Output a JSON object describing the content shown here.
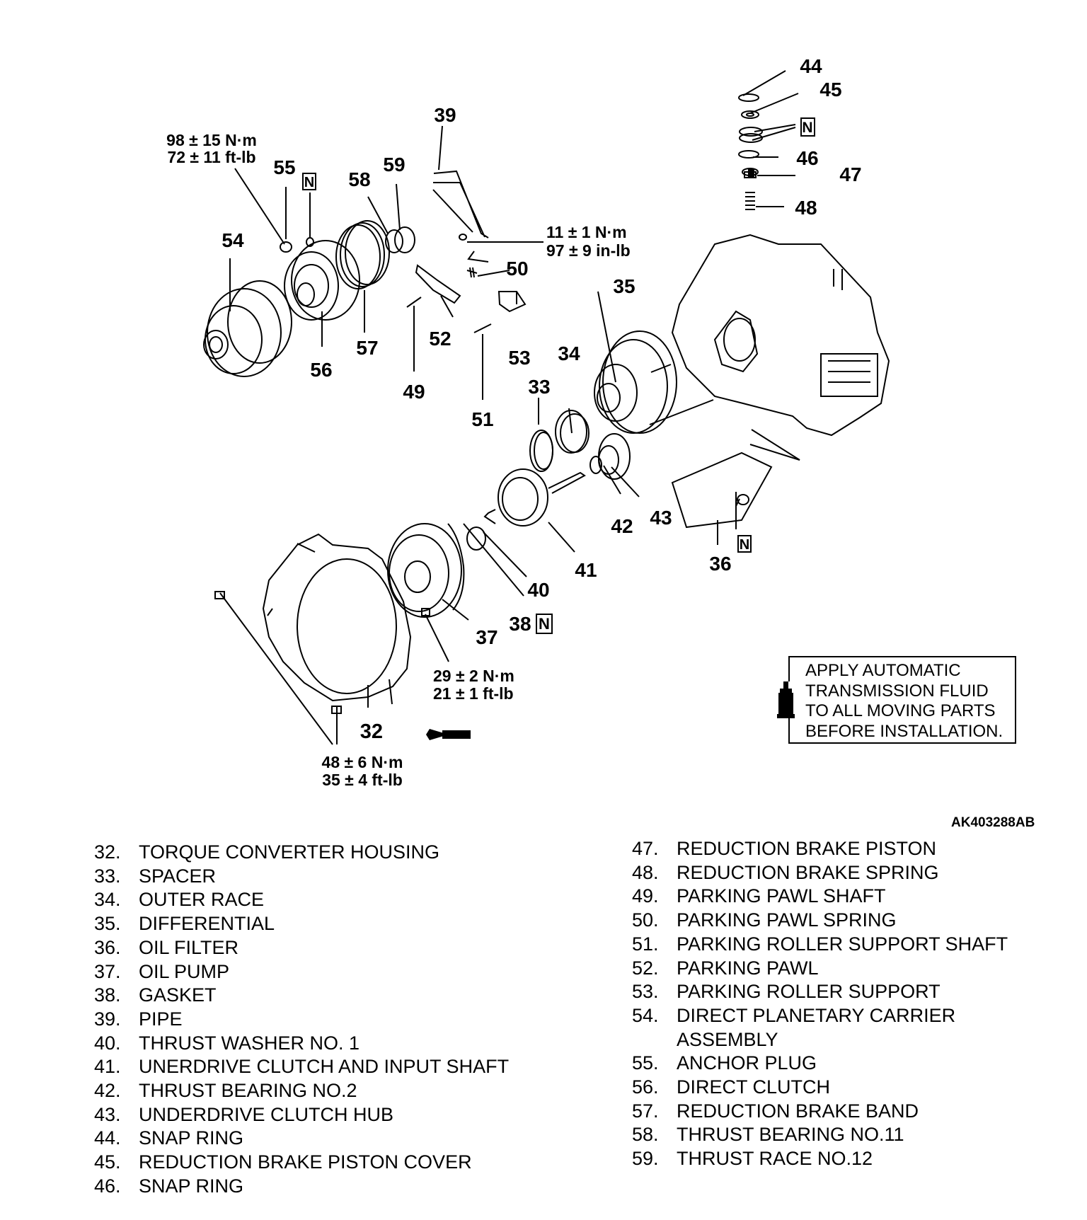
{
  "torque_specs": {
    "t55": [
      "98 ± 15 N·m",
      "72 ± 11 ft-lb"
    ],
    "t39": [
      "11 ± 1 N·m",
      "97 ± 9 in-lb"
    ],
    "t37": [
      "29 ± 2 N·m",
      "21 ± 1 ft-lb"
    ],
    "t32": [
      "48 ± 6 N·m",
      "35 ± 4 ft-lb"
    ]
  },
  "part_labels": [
    "32",
    "33",
    "34",
    "35",
    "36",
    "37",
    "38",
    "39",
    "40",
    "41",
    "42",
    "43",
    "44",
    "45",
    "46",
    "47",
    "48",
    "49",
    "50",
    "51",
    "52",
    "53",
    "54",
    "55",
    "56",
    "57",
    "58",
    "59"
  ],
  "new_part_mark": "N",
  "callout": {
    "lines": [
      "APPLY AUTOMATIC",
      "TRANSMISSION FLUID",
      "TO ALL MOVING PARTS",
      "BEFORE INSTALLATION."
    ]
  },
  "figure_ref": "AK403288AB",
  "legend_left": [
    {
      "num": "32.",
      "name": "TORQUE CONVERTER HOUSING"
    },
    {
      "num": "33.",
      "name": "SPACER"
    },
    {
      "num": "34.",
      "name": "OUTER RACE"
    },
    {
      "num": "35.",
      "name": "DIFFERENTIAL"
    },
    {
      "num": "36.",
      "name": "OIL FILTER"
    },
    {
      "num": "37.",
      "name": "OIL PUMP"
    },
    {
      "num": "38.",
      "name": "GASKET"
    },
    {
      "num": "39.",
      "name": "PIPE"
    },
    {
      "num": "40.",
      "name": "THRUST WASHER NO. 1"
    },
    {
      "num": "41.",
      "name": "UNERDRIVE CLUTCH AND INPUT SHAFT"
    },
    {
      "num": "42.",
      "name": "THRUST BEARING NO.2"
    },
    {
      "num": "43.",
      "name": "UNDERDRIVE CLUTCH HUB"
    },
    {
      "num": "44.",
      "name": "SNAP RING"
    },
    {
      "num": "45.",
      "name": "REDUCTION BRAKE PISTON COVER"
    },
    {
      "num": "46.",
      "name": "SNAP RING"
    }
  ],
  "legend_right": [
    {
      "num": "47.",
      "name": "REDUCTION BRAKE PISTON"
    },
    {
      "num": "48.",
      "name": "REDUCTION BRAKE SPRING"
    },
    {
      "num": "49.",
      "name": "PARKING PAWL SHAFT"
    },
    {
      "num": "50.",
      "name": "PARKING PAWL SPRING"
    },
    {
      "num": "51.",
      "name": "PARKING ROLLER SUPPORT SHAFT"
    },
    {
      "num": "52.",
      "name": "PARKING PAWL"
    },
    {
      "num": "53.",
      "name": "PARKING ROLLER SUPPORT"
    },
    {
      "num": "54.",
      "name": "DIRECT PLANETARY CARRIER",
      "cont": "ASSEMBLY"
    },
    {
      "num": "55.",
      "name": "ANCHOR PLUG"
    },
    {
      "num": "56.",
      "name": "DIRECT CLUTCH"
    },
    {
      "num": "57.",
      "name": "REDUCTION BRAKE BAND"
    },
    {
      "num": "58.",
      "name": "THRUST BEARING NO.11"
    },
    {
      "num": "59.",
      "name": "THRUST RACE NO.12"
    }
  ]
}
